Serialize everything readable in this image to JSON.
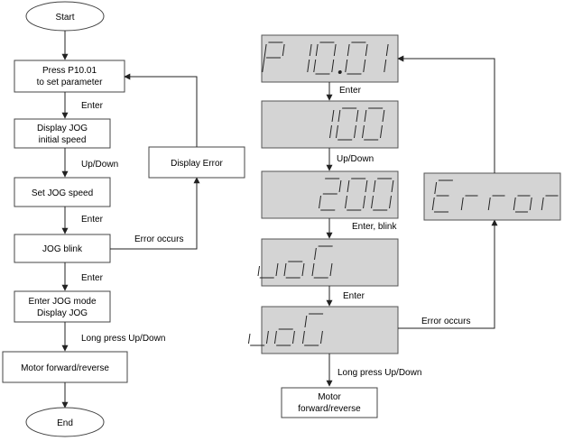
{
  "left_flow": {
    "start": "Start",
    "step1_line1": "Press P10.01",
    "step1_line2": "to set parameter",
    "enter1": "Enter",
    "step2_line1": "Display JOG",
    "step2_line2": "initial speed",
    "updown": "Up/Down",
    "step3": "Set JOG speed",
    "enter2": "Enter",
    "step4": "JOG blink",
    "error_occurs": "Error occurs",
    "display_error": "Display Error",
    "enter3": "Enter",
    "step5_line1": "Enter JOG mode",
    "step5_line2": "Display JOG",
    "long_press": "Long press Up/Down",
    "step6": "Motor forward/reverse",
    "end": "End"
  },
  "right_flow": {
    "lcd1": "P10.01",
    "enter1": "Enter",
    "lcd2": "100",
    "updown": "Up/Down",
    "lcd3": "200",
    "enter_blink": "Enter, blink",
    "lcd4": "JoG",
    "enter2": "Enter",
    "lcd5": "JoG",
    "error_occurs": "Error occurs",
    "lcd_error": "Error",
    "long_press": "Long press Up/Down",
    "motor_line1": "Motor",
    "motor_line2": "forward/reverse"
  }
}
